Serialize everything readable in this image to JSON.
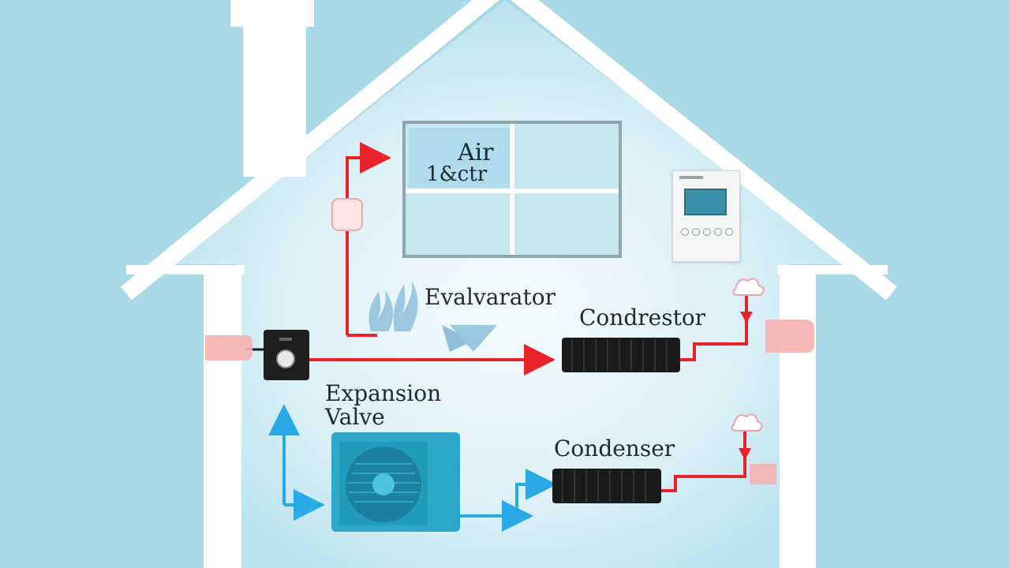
{
  "diagram": {
    "labels": {
      "air": "Air",
      "air_sub": "1&ctr",
      "evaporator": "Evalvarator",
      "condenser_top": "Condrestor",
      "expansion_line1": "Expansion",
      "expansion_line2": "Valve",
      "condenser_bottom": "Condenser"
    },
    "colors": {
      "background": "#a9d8e6",
      "house": "#ffffff",
      "hot_line": "#e8232c",
      "cold_line": "#29a9e6",
      "unit": "#2ea6c9",
      "coil": "#1a1a1a"
    },
    "icons": [
      "house-outline",
      "window-icon",
      "thermostat-icon",
      "fan-unit-icon",
      "coil-icon",
      "control-box-icon",
      "hand-icon",
      "cloud-icon"
    ]
  }
}
